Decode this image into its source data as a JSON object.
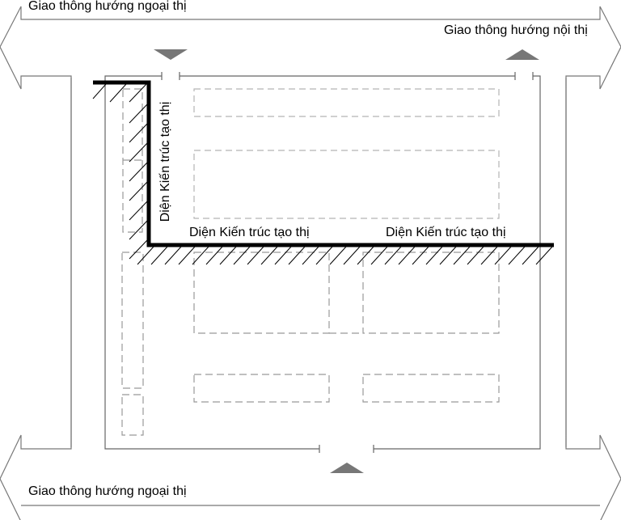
{
  "labels": {
    "top_road": "Giao thông hướng ngoại thị",
    "top_road_inner": "Giao thông hướng nội thị",
    "bottom_road": "Giao thông hướng ngoại thị",
    "facade_vertical": "Diện Kiến trúc tạo thị",
    "facade_horizontal_1": "Diện Kiến trúc tạo thị",
    "facade_horizontal_2": "Diện Kiến trúc tạo thị"
  },
  "colors": {
    "road": "#777777",
    "facade": "#000000",
    "building_outline": "#b5b5b5",
    "entrance_marker": "#777777"
  }
}
